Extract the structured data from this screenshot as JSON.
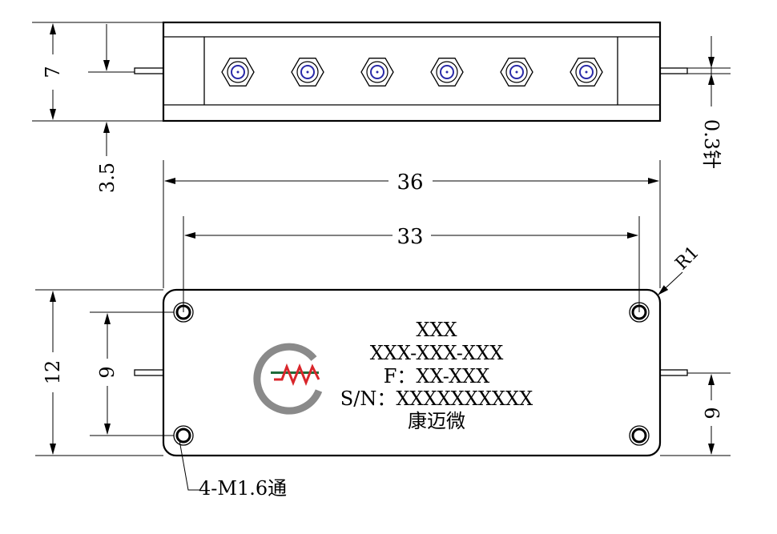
{
  "dimensions": {
    "top_height": "7",
    "top_offset": "3.5",
    "pin_dia": "0.3针",
    "overall_length": "36",
    "hole_spacing_x": "33",
    "corner_radius": "R1",
    "overall_width": "12",
    "hole_spacing_y": "9",
    "pin_offset": "6",
    "mount_holes": "4-M1.6通"
  },
  "label_plate": {
    "line1": "XXX",
    "line2": "XXX-XXX-XXX",
    "line3": "F：XX-XXX",
    "line4": "S/N：XXXXXXXXXX",
    "line5": "康迈微"
  },
  "logo": {
    "red": "#d9262b",
    "green": "#1f6b3a",
    "gray": "#8a8a8a"
  },
  "connectors": {
    "count": 6,
    "accent": "#2a2aa8"
  }
}
